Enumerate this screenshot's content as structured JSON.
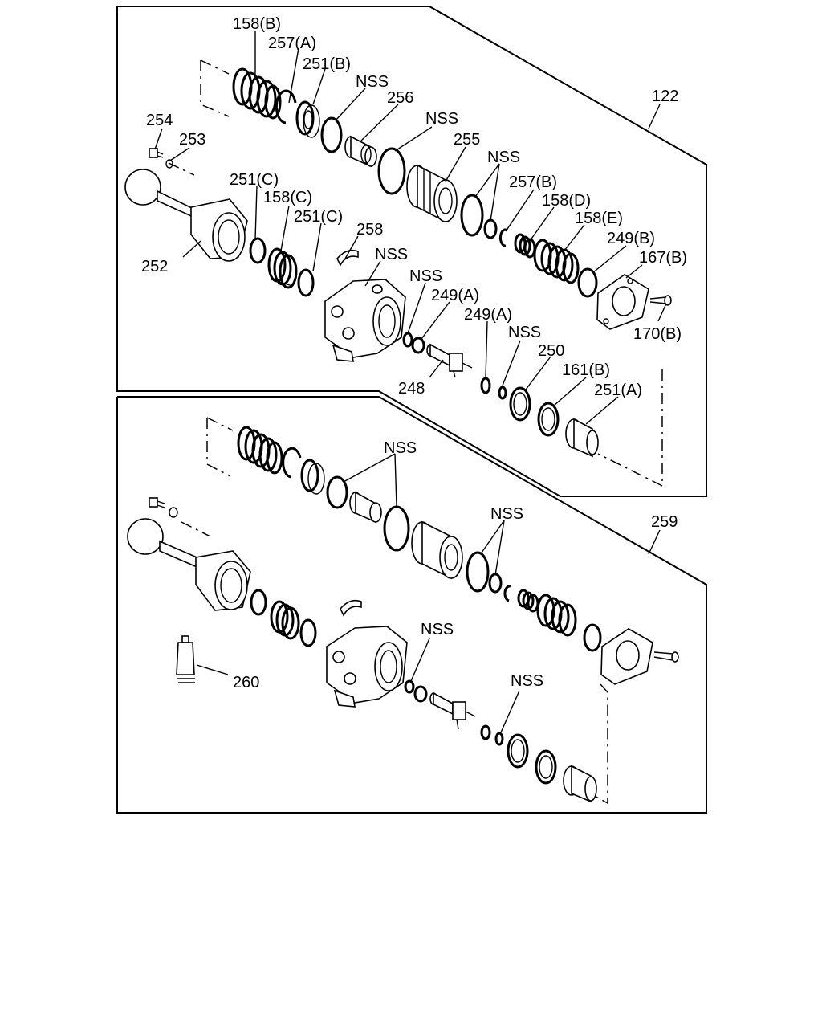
{
  "labels": {
    "p158b": "158(B)",
    "p257a": "257(A)",
    "p251b": "251(B)",
    "nss1": "NSS",
    "p256": "256",
    "nss2": "NSS",
    "p255": "255",
    "nss3": "NSS",
    "p257b": "257(B)",
    "p158d": "158(D)",
    "p158e": "158(E)",
    "p249b": "249(B)",
    "p167b": "167(B)",
    "p170b": "170(B)",
    "p122": "122",
    "p254": "254",
    "p253": "253",
    "p252": "252",
    "p251c1": "251(C)",
    "p158c": "158(C)",
    "p251c2": "251(C)",
    "p258": "258",
    "nss4": "NSS",
    "nss5": "NSS",
    "p249a1": "249(A)",
    "p249a2": "249(A)",
    "nss6": "NSS",
    "p250": "250",
    "p161b": "161(B)",
    "p251a": "251(A)",
    "p248": "248",
    "nss7": "NSS",
    "nss8": "NSS",
    "p259": "259",
    "nss9": "NSS",
    "nss10": "NSS",
    "p260": "260"
  }
}
